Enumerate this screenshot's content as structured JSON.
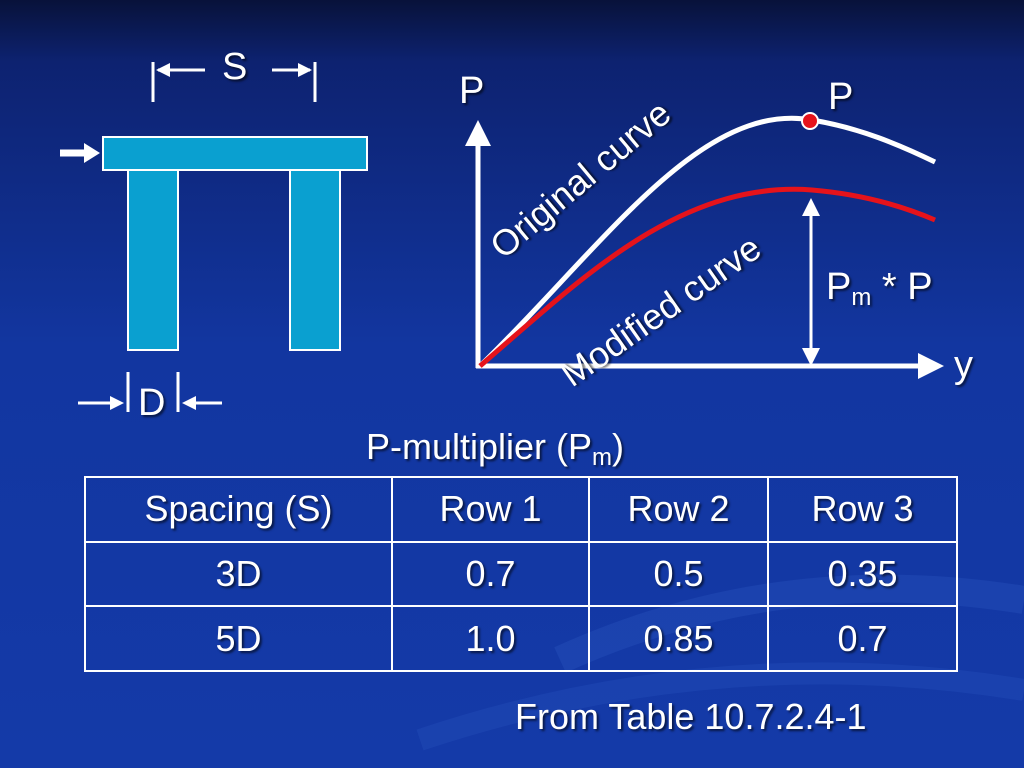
{
  "colors": {
    "background": "#1236a0",
    "pile": "#0aa0d0",
    "original_curve": "#ffffff",
    "modified_curve": "#e5131b",
    "point": "#e5131b"
  },
  "pile_group": {
    "spacing_label": "S",
    "diameter_label": "D"
  },
  "graph": {
    "y_axis_label": "P",
    "x_axis_label": "y",
    "point_label": "P",
    "original_label": "Original curve",
    "modified_label": "Modified curve",
    "pm_label_base": "P",
    "pm_label_sub": "m",
    "pm_label_rest": " * P"
  },
  "table": {
    "title_base": "P-multiplier (P",
    "title_sub": "m",
    "title_end": ")",
    "headers": [
      "Spacing (S)",
      "Row 1",
      "Row 2",
      "Row 3"
    ],
    "rows": [
      [
        "3D",
        "0.7",
        "0.5",
        "0.35"
      ],
      [
        "5D",
        "1.0",
        "0.85",
        "0.7"
      ]
    ]
  },
  "source": "From Table 10.7.2.4-1"
}
